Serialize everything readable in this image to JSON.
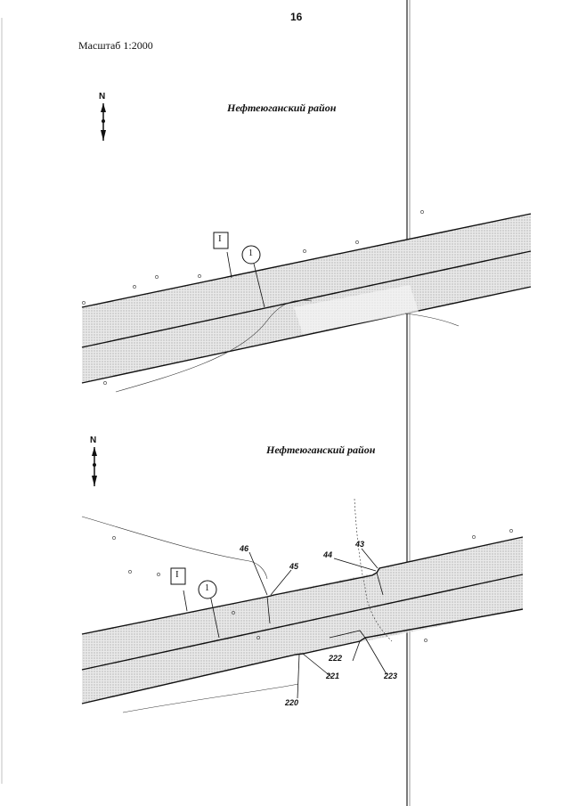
{
  "page_number": "16",
  "scale_label": "Масштаб 1:2000",
  "north_letter": "N",
  "plan_top": {
    "district": "Нефтеюганский район",
    "zone_marker": "I",
    "parcel_marker": "1"
  },
  "plan_bottom": {
    "district": "Нефтеюганский район",
    "zone_marker": "I",
    "parcel_marker": "1",
    "points": [
      "46",
      "45",
      "44",
      "43",
      "222",
      "221",
      "223",
      "220"
    ]
  },
  "colors": {
    "ink": "#111111",
    "hatch": "#dcdcdc",
    "paper": "#ffffff"
  }
}
